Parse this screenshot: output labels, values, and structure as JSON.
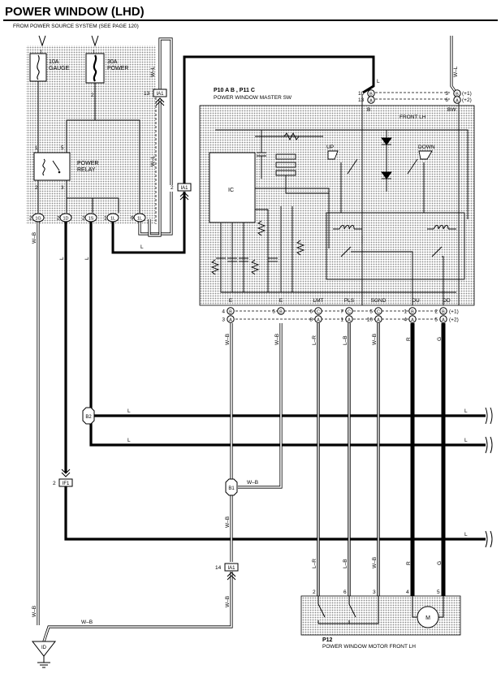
{
  "header": {
    "title": "POWER WINDOW (LHD)",
    "source_note": "FROM POWER SOURCE SYSTEM (SEE PAGE 120)"
  },
  "fuses": {
    "gauge_num": "1",
    "gauge_rating": "10A",
    "gauge_name": "GAUGE",
    "power_num": "1",
    "power_rating": "30A",
    "power_name": "POWER",
    "power_pin2": "2"
  },
  "relay": {
    "name_line1": "POWER",
    "name_line2": "RELAY",
    "pin1": "1",
    "pin5": "5",
    "pin2": "2",
    "pin3": "3"
  },
  "jb_pins": [
    {
      "num": "2",
      "code": "1G"
    },
    {
      "num": "2",
      "code": "1D"
    },
    {
      "num": "2",
      "code": "1S"
    },
    {
      "num": "1",
      "code": "1L"
    },
    {
      "num": "9",
      "code": "1L"
    }
  ],
  "connectors": {
    "ia1_top": {
      "pin": "13",
      "code": "IA1"
    },
    "ia1_mid": {
      "pin": "2",
      "code": "IA1"
    },
    "ia1_low": {
      "pin": "14",
      "code": "IA1"
    },
    "if1": {
      "pin": "2",
      "code": "IF1"
    },
    "b2": "B2",
    "b1": "B1",
    "ground": "ID"
  },
  "master": {
    "title_parts": [
      "P10",
      "A",
      "B",
      ", P11",
      "C"
    ],
    "name": "POWER WINDOW MASTER SW",
    "front_lh": "FRONT LH",
    "ic": "IC",
    "up": "UP",
    "down": "DOWN",
    "b_top": "B",
    "bw": "BW",
    "top_pins": [
      {
        "left_num": "10",
        "left_code": "B",
        "right_num": "3",
        "right_code": "B",
        "variant": "(+1)"
      },
      {
        "left_num": "13",
        "left_code": "A",
        "right_num": "6",
        "right_code": "A",
        "variant": "(+2)"
      }
    ],
    "bottom_labels": [
      "E",
      "E",
      "LMT",
      "PLS",
      "SGND",
      "DU",
      "DD"
    ],
    "pins_row1": [
      {
        "num": "4",
        "code": "B"
      },
      {
        "num": "5",
        "code": "B"
      },
      {
        "num": "6",
        "code": "C"
      },
      {
        "num": "7",
        "code": "C"
      },
      {
        "num": "5",
        "code": "C"
      },
      {
        "num": "1",
        "code": "B"
      },
      {
        "num": "2",
        "code": "B"
      }
    ],
    "pins_row2": [
      {
        "num": "3",
        "code": "A"
      },
      {
        "num": "8",
        "code": "A"
      },
      {
        "num": "1",
        "code": "A"
      },
      {
        "num": "10",
        "code": "A"
      },
      {
        "num": "4",
        "code": "A"
      },
      {
        "num": "5",
        "code": "A"
      }
    ],
    "row1_variant": "(+1)",
    "row2_variant": "(+2)"
  },
  "wires": {
    "wl": "W–L",
    "wb": "W–B",
    "l": "L",
    "lr": "L–R",
    "lb": "L–B",
    "r": "R",
    "g": "G"
  },
  "motor": {
    "code": "P12",
    "name": "POWER WINDOW MOTOR FRONT LH",
    "pins": [
      "2",
      "6",
      "3",
      "4",
      "5"
    ],
    "m": "M"
  }
}
